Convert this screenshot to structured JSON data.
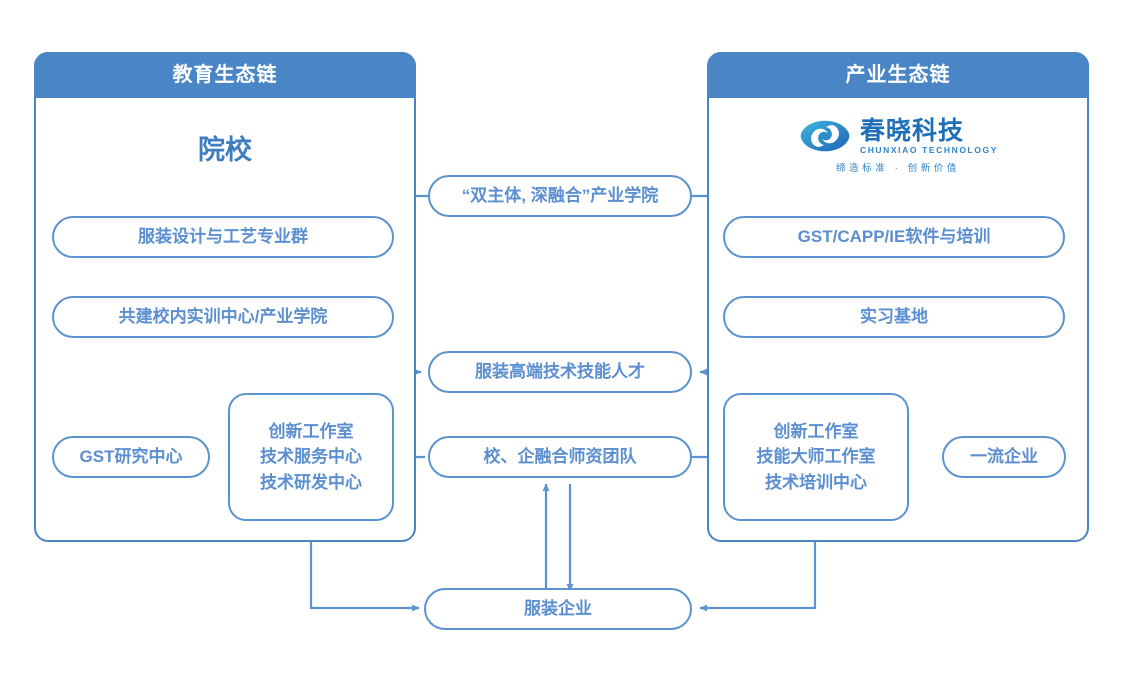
{
  "diagram": {
    "title_left": "教育生态链",
    "title_right": "产业生态链",
    "accent": "#4a86c5",
    "node_border": "#5b93cf",
    "node_text": "#5b8fd0",
    "wire": "#5b93cf"
  },
  "left_panel": {
    "header": "教育生态链",
    "heading": "院校",
    "nodes": {
      "major_group": "服装设计与工艺专业群",
      "training_center": "共建校内实训中心/产业学院",
      "gst_research": "GST研究中心",
      "studio": {
        "line1": "创新工作室",
        "line2": "技术服务中心",
        "line3": "技术研发中心"
      }
    }
  },
  "right_panel": {
    "header": "产业生态链",
    "logo": {
      "icon": "chunxiao-logo-icon",
      "name_cn": "春晓科技",
      "name_en": "CHUNXIAO TECHNOLOGY",
      "slogan": "缔造标准 · 创新价值"
    },
    "nodes": {
      "software": "GST/CAPP/IE软件与培训",
      "internship": "实习基地",
      "top_enterprise": "一流企业",
      "studio": {
        "line1": "创新工作室",
        "line2": "技能大师工作室",
        "line3": "技术培训中心"
      }
    }
  },
  "center": {
    "industry_college": "“双主体, 深融合”产业学院",
    "talent": "服装高端技术技能人才",
    "faculty_team": "校、企融合师资团队",
    "apparel_enterprise": "服装企业"
  }
}
